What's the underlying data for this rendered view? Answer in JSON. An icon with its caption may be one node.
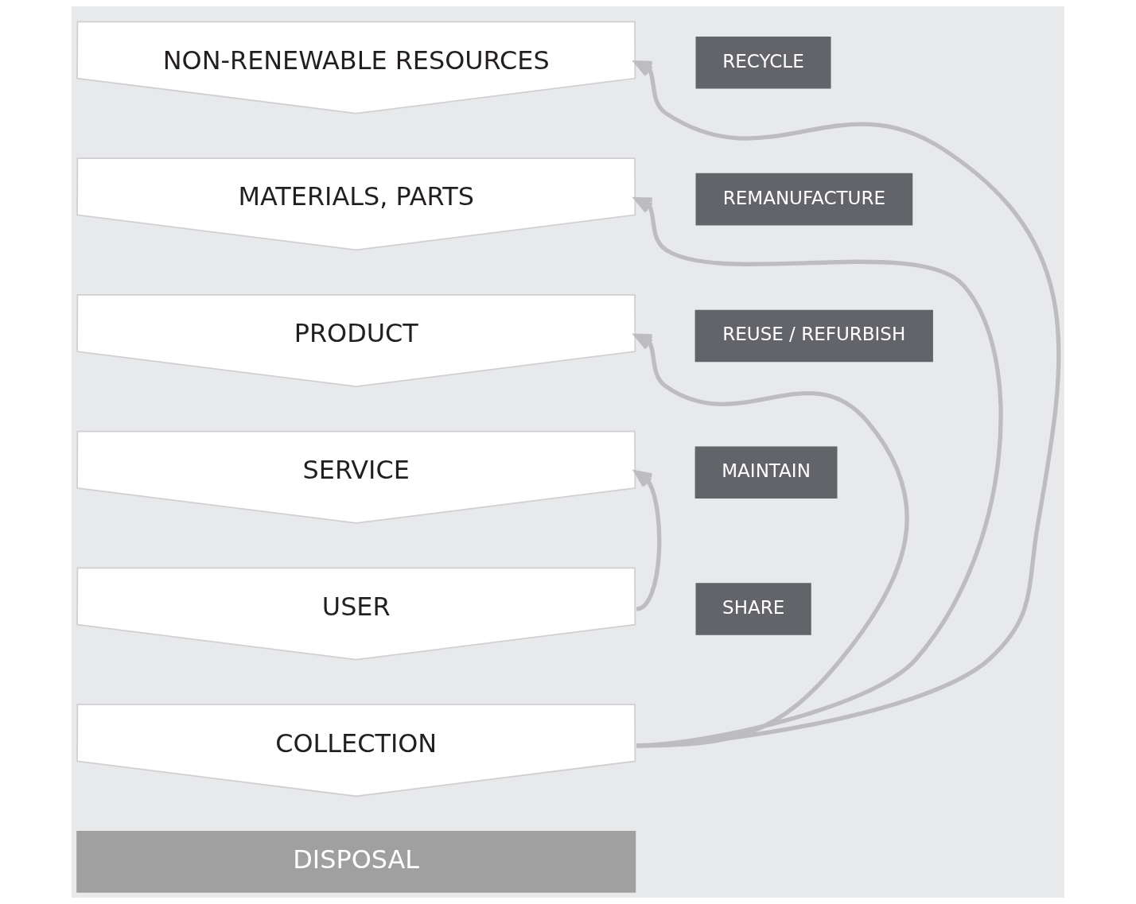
{
  "diagram": {
    "nodes": [
      {
        "text": [
          "NON-RENEWABLE RESOURCES"
        ]
      },
      {
        "text": [
          "MATERIALS, PARTS"
        ]
      },
      {
        "text": [
          "PRODUCT"
        ]
      },
      {
        "text": [
          "SERVICE"
        ]
      },
      {
        "text": [
          "USER"
        ]
      },
      {
        "text": [
          "COLLECTION"
        ]
      },
      {
        "text": [
          "DISPOSAL"
        ]
      },
      {
        "text": [
          "RECYCLE"
        ]
      },
      {
        "text": [
          "REMANUFACTURE"
        ]
      },
      {
        "text": [
          "REUSE / REFURBISH"
        ]
      },
      {
        "text": [
          "MAINTAIN"
        ]
      },
      {
        "text": [
          "SHARE"
        ]
      }
    ],
    "edges": [
      {
        "from": 5,
        "to": 0,
        "arrow": "to"
      },
      {
        "from": 5,
        "to": 1,
        "arrow": "to"
      },
      {
        "from": 5,
        "to": 2,
        "arrow": "to"
      },
      {
        "from": 4,
        "to": 3,
        "arrow": "to"
      }
    ]
  }
}
